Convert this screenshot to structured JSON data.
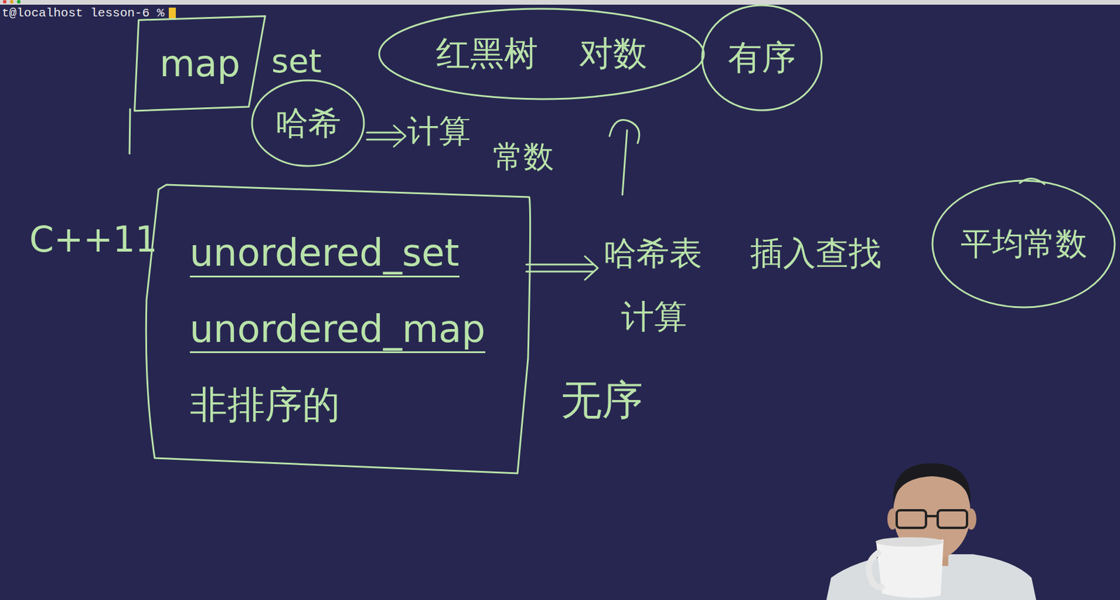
{
  "diagram": {
    "nodes": [
      {
        "text": [
          "map"
        ]
      },
      {
        "text": [
          "红黑树",
          "对数"
        ]
      },
      {
        "text": [
          "有序"
        ]
      },
      {
        "text": [
          "哈希"
        ]
      },
      {
        "text": [
          "unordered_set",
          "unordered_map",
          "非排序的"
        ]
      },
      {
        "text": [
          "平均常数"
        ]
      }
    ],
    "labels": [
      "t@localhost lesson-6 %",
      "set",
      "计算",
      "常数",
      "C++11",
      "哈希表",
      "插入查找",
      "计算",
      "无序"
    ]
  }
}
